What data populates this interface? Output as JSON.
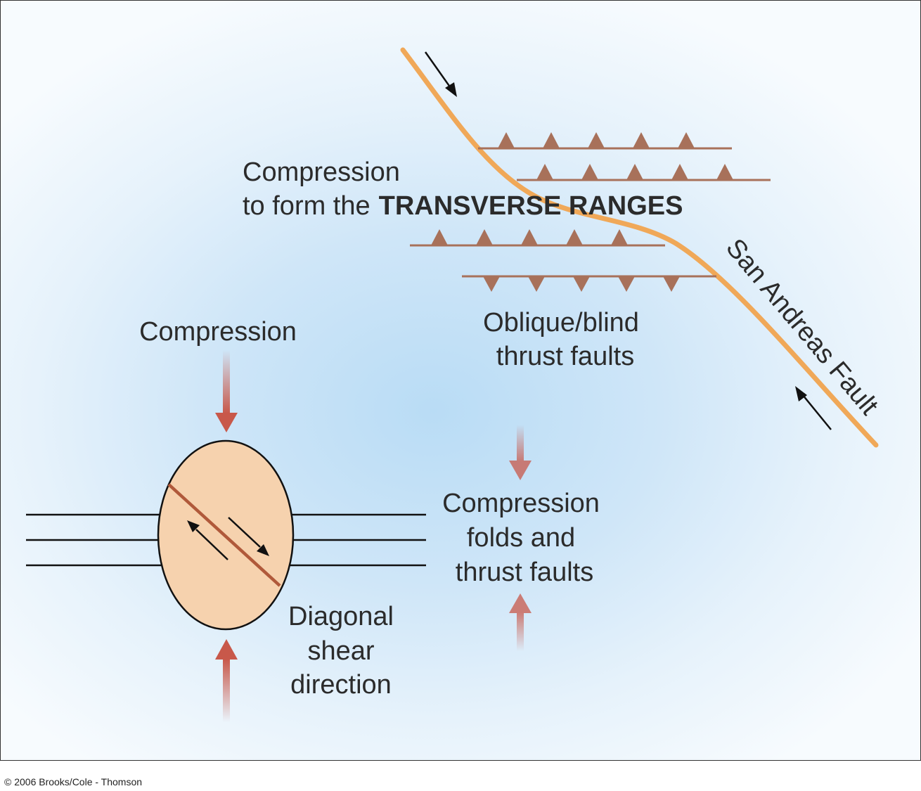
{
  "labels": {
    "compression_transverse_line1": "Compression",
    "compression_transverse_line2_prefix": "to form the",
    "compression_transverse_line2_bold": "TRANSVERSE RANGES",
    "san_andreas": "San Andreas Fault",
    "oblique_line1": "Oblique/blind",
    "oblique_line2": "thrust faults",
    "compression": "Compression",
    "folds_line1": "Compression",
    "folds_line2": "folds and",
    "folds_line3": "thrust faults",
    "shear_line1": "Diagonal",
    "shear_line2": "shear",
    "shear_line3": "direction"
  },
  "credit": "© 2006 Brooks/Cole - Thomson",
  "colors": {
    "fault": "#f0a858",
    "thrust": "#a8715a",
    "arrow_red": "#c8584a",
    "ellipse_fill": "#f6d2ae",
    "shear_line": "#b0593a"
  }
}
